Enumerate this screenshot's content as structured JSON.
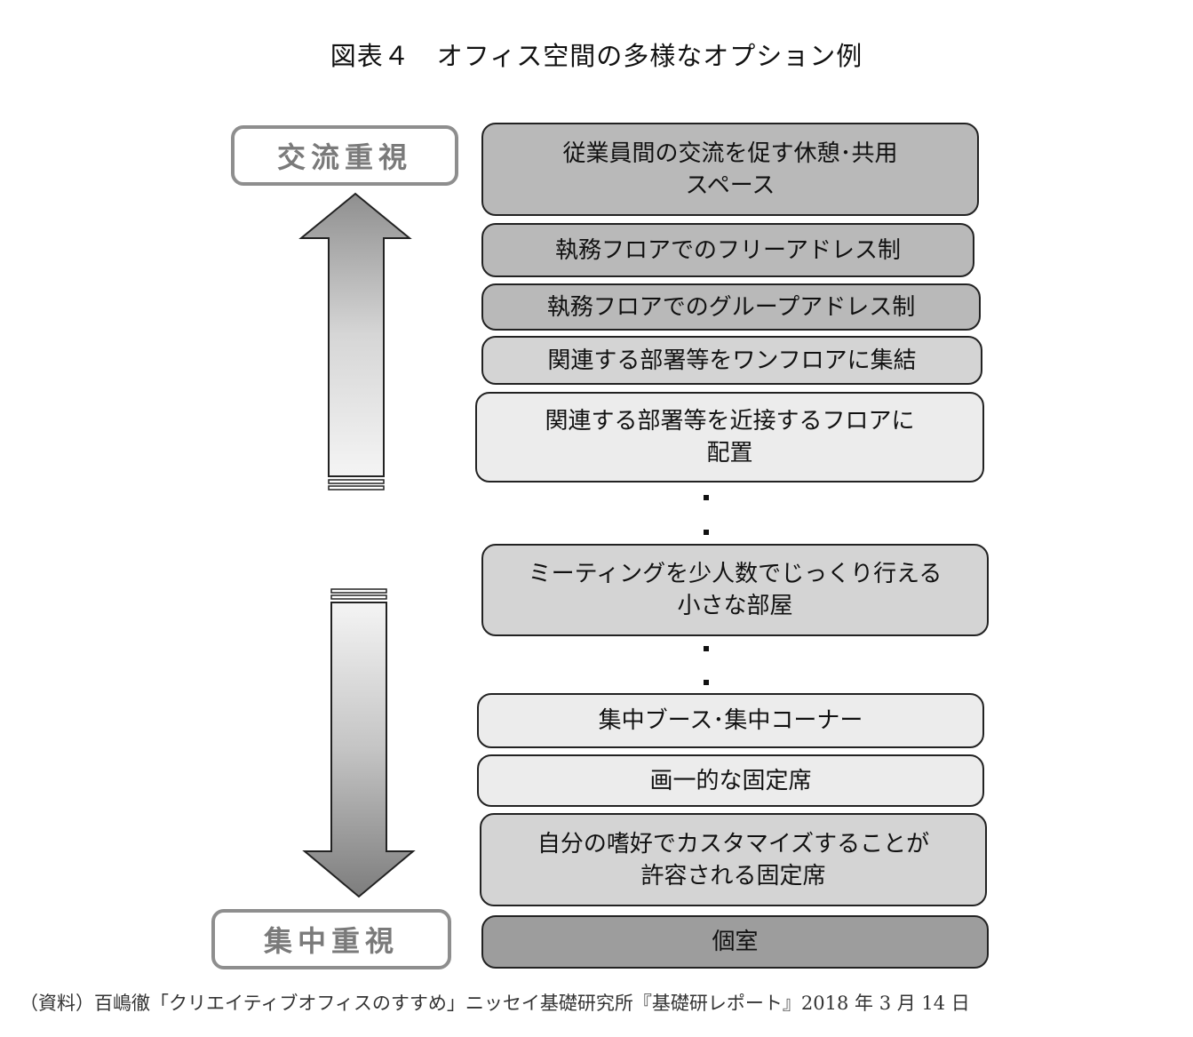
{
  "title": "図表４　オフィス空間の多様なオプション例",
  "labels": {
    "top": "交流重視",
    "bottom": "集中重視"
  },
  "options": [
    {
      "line1": "従業員間の交流を促す休憩･共用",
      "line2": "スペース"
    },
    {
      "line1": "執務フロアでのフリーアドレス制"
    },
    {
      "line1": "執務フロアでのグループアドレス制"
    },
    {
      "line1": "関連する部署等をワンフロアに集結"
    },
    {
      "line1": "関連する部署等を近接するフロアに",
      "line2": "配置"
    },
    {
      "line1": "ミーティングを少人数でじっくり行える",
      "line2": "小さな部屋"
    },
    {
      "line1": "集中ブース･集中コーナー"
    },
    {
      "line1": "画一的な固定席"
    },
    {
      "line1": "自分の嗜好でカスタマイズすることが",
      "line2": "許容される固定席"
    },
    {
      "line1": "個室"
    }
  ],
  "source": "（資料）百嶋徹「クリエイティブオフィスのすすめ」ニッセイ基礎研究所『基礎研レポート』2018 年 3 月 14 日",
  "colors": {
    "dark": "#b9b9b9",
    "mid": "#d4d4d4",
    "light": "#ececec",
    "darkest": "#9d9d9d",
    "label_text": "#7a7a7a"
  }
}
